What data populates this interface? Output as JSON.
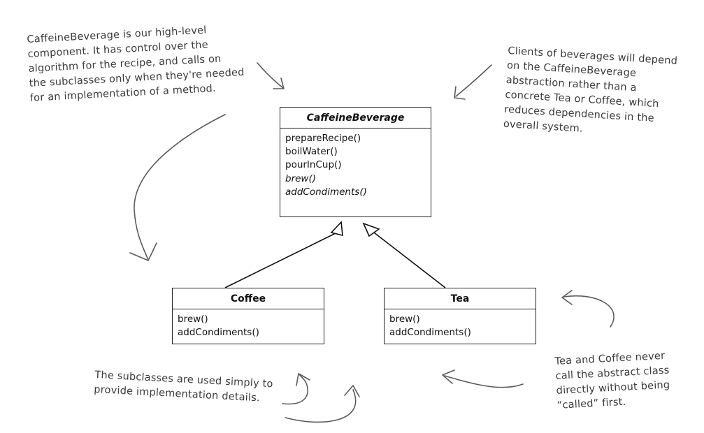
{
  "classes": {
    "base": {
      "name": "CaffeineBeverage",
      "methods": [
        {
          "label": "prepareRecipe()",
          "abstract": false
        },
        {
          "label": "boilWater()",
          "abstract": false
        },
        {
          "label": "pourInCup()",
          "abstract": false
        },
        {
          "label": "brew()",
          "abstract": true
        },
        {
          "label": "addCondiments()",
          "abstract": true
        }
      ]
    },
    "coffee": {
      "name": "Coffee",
      "methods": [
        {
          "label": "brew()",
          "abstract": false
        },
        {
          "label": "addCondiments()",
          "abstract": false
        }
      ]
    },
    "tea": {
      "name": "Tea",
      "methods": [
        {
          "label": "brew()",
          "abstract": false
        },
        {
          "label": "addCondiments()",
          "abstract": false
        }
      ]
    }
  },
  "notes": {
    "high_level": [
      "CaffeineBeverage is our high-level",
      "component.  It has control over the",
      "algorithm for the recipe, and calls on",
      "the subclasses only when they're needed",
      "for an implementation of a method."
    ],
    "clients": [
      "Clients of beverages will depend",
      "on the CaffeineBeverage",
      "abstraction rather than a",
      "concrete Tea or Coffee, which",
      "reduces dependencies in the",
      "overall system."
    ],
    "subclasses": [
      "The subclasses are used simply to",
      "provide implementation details."
    ],
    "tea_coffee": [
      "Tea and Coffee never",
      "call the abstract class",
      "directly without being",
      "“called” first."
    ]
  },
  "colors": {
    "line": "#111111",
    "annotation": "#3a3a3a",
    "arrow": "#5a5a5a"
  }
}
